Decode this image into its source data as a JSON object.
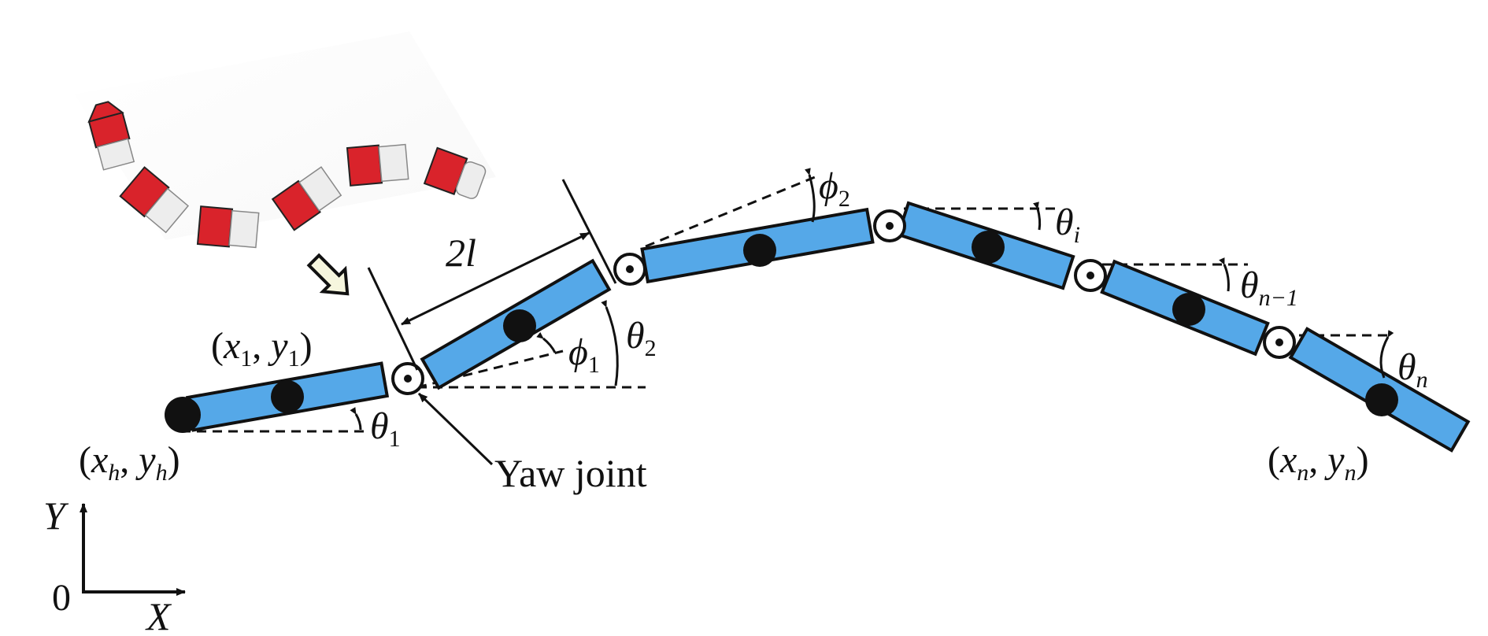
{
  "colors": {
    "link_fill": "#55A8E8",
    "link_stroke": "#111111",
    "com_dot": "#111111",
    "robot_red": "#D9232B",
    "robot_white": "#EDEDED",
    "arrow_fill": "#F6F6DE"
  },
  "labels": {
    "head_coord": {
      "open": "(",
      "x": "x",
      "x_sub": "h",
      "sep": ", ",
      "y": "y",
      "y_sub": "h",
      "close": ")"
    },
    "link1_coord": {
      "open": "(",
      "x": "x",
      "x_sub": "1",
      "sep": ", ",
      "y": "y",
      "y_sub": "1",
      "close": ")"
    },
    "tail_coord": {
      "open": "(",
      "x": "x",
      "x_sub": "n",
      "sep": ", ",
      "y": "y",
      "y_sub": "n",
      "close": ")"
    },
    "length": "2l",
    "yaw_joint": "Yaw joint",
    "theta": "θ",
    "phi": "ϕ",
    "theta1_sub": "1",
    "theta2_sub": "2",
    "thetai_sub": "i",
    "thetan1_sub": "n−1",
    "thetan_sub": "n",
    "phi1_sub": "1",
    "phi2_sub": "2",
    "axis_y": "Y",
    "axis_x": "X",
    "origin": "0"
  },
  "icons": {
    "robot_photo": "snake-robot-photo",
    "pointer_arrow": "down-right-arrow-icon",
    "joint_symbol": "circle-dot-joint-icon"
  }
}
